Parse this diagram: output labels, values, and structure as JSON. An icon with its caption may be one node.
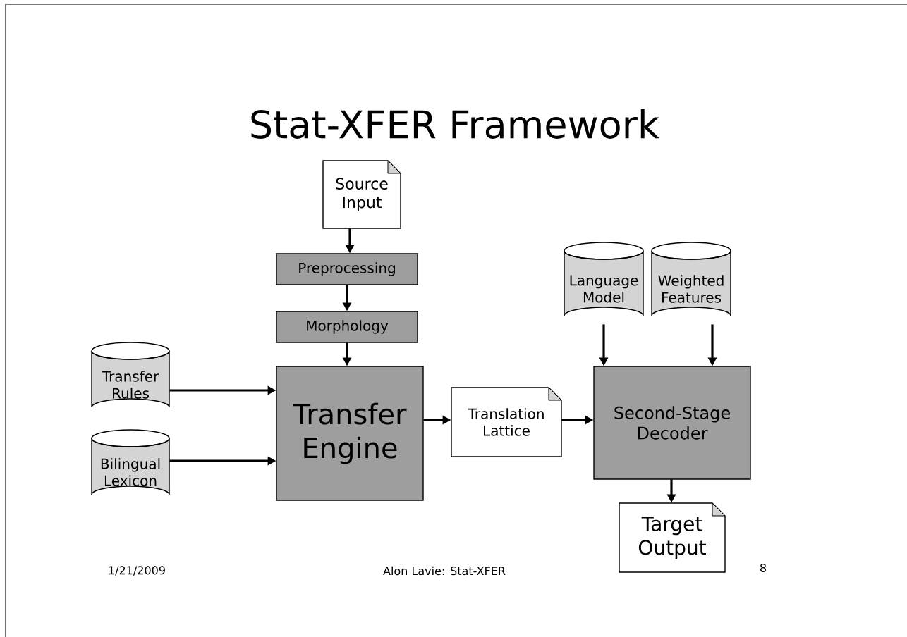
{
  "diagram": {
    "title": "Stat-XFER Framework",
    "nodes": [
      {
        "text": [
          "Source Input"
        ]
      },
      {
        "text": [
          "Preprocessing"
        ]
      },
      {
        "text": [
          "Morphology"
        ]
      },
      {
        "text": [
          "Transfer Rules"
        ]
      },
      {
        "text": [
          "Bilingual Lexicon"
        ]
      },
      {
        "text": [
          "Transfer Engine"
        ]
      },
      {
        "text": [
          "Translation Lattice"
        ]
      },
      {
        "text": [
          "Language Model"
        ]
      },
      {
        "text": [
          "Weighted Features"
        ]
      },
      {
        "text": [
          "Second-Stage Decoder"
        ]
      },
      {
        "text": [
          "Target Output"
        ]
      }
    ],
    "edges": [
      {
        "from": 0,
        "to": 1,
        "arrow": "to"
      },
      {
        "from": 1,
        "to": 2,
        "arrow": "to"
      },
      {
        "from": 2,
        "to": 5,
        "arrow": "to"
      },
      {
        "from": 3,
        "to": 5,
        "arrow": "to"
      },
      {
        "from": 4,
        "to": 5,
        "arrow": "to"
      },
      {
        "from": 5,
        "to": 6,
        "arrow": "to"
      },
      {
        "from": 6,
        "to": 9,
        "arrow": "to"
      },
      {
        "from": 7,
        "to": 9,
        "arrow": "to"
      },
      {
        "from": 8,
        "to": 9,
        "arrow": "to"
      },
      {
        "from": 9,
        "to": 10,
        "arrow": "to"
      }
    ],
    "labels": [
      "1/21/2009",
      "Alon Lavie: Stat-XFER",
      "8"
    ]
  }
}
